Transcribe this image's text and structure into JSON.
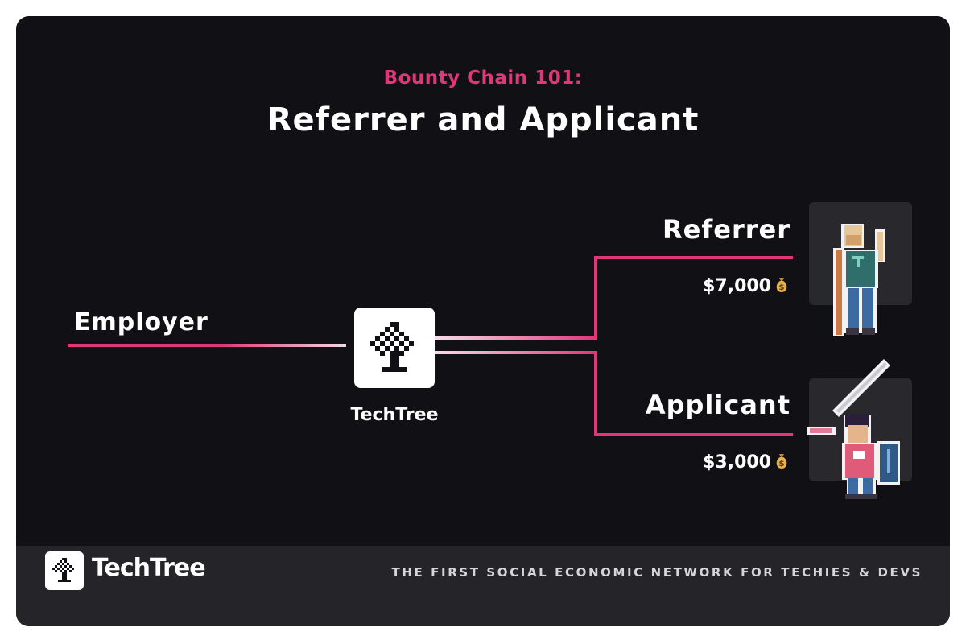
{
  "header": {
    "subtitle": "Bounty Chain 101:",
    "title": "Referrer and Applicant"
  },
  "diagram": {
    "employer_label": "Employer",
    "techtree_label": "TechTree",
    "referrer": {
      "label": "Referrer",
      "amount": "$7,000"
    },
    "applicant": {
      "label": "Applicant",
      "amount": "$3,000"
    }
  },
  "icons": {
    "techtree": "tree-logo-icon",
    "money": "money-bag-icon",
    "referrer_avatar": "pixel-archer-character",
    "applicant_avatar": "pixel-knight-character"
  },
  "colors": {
    "accent": "#e0367a",
    "background": "#111015",
    "footer": "#252429"
  },
  "footer": {
    "brand": "TechTree",
    "tagline": "THE FIRST SOCIAL ECONOMIC NETWORK FOR TECHIES & DEVS"
  }
}
